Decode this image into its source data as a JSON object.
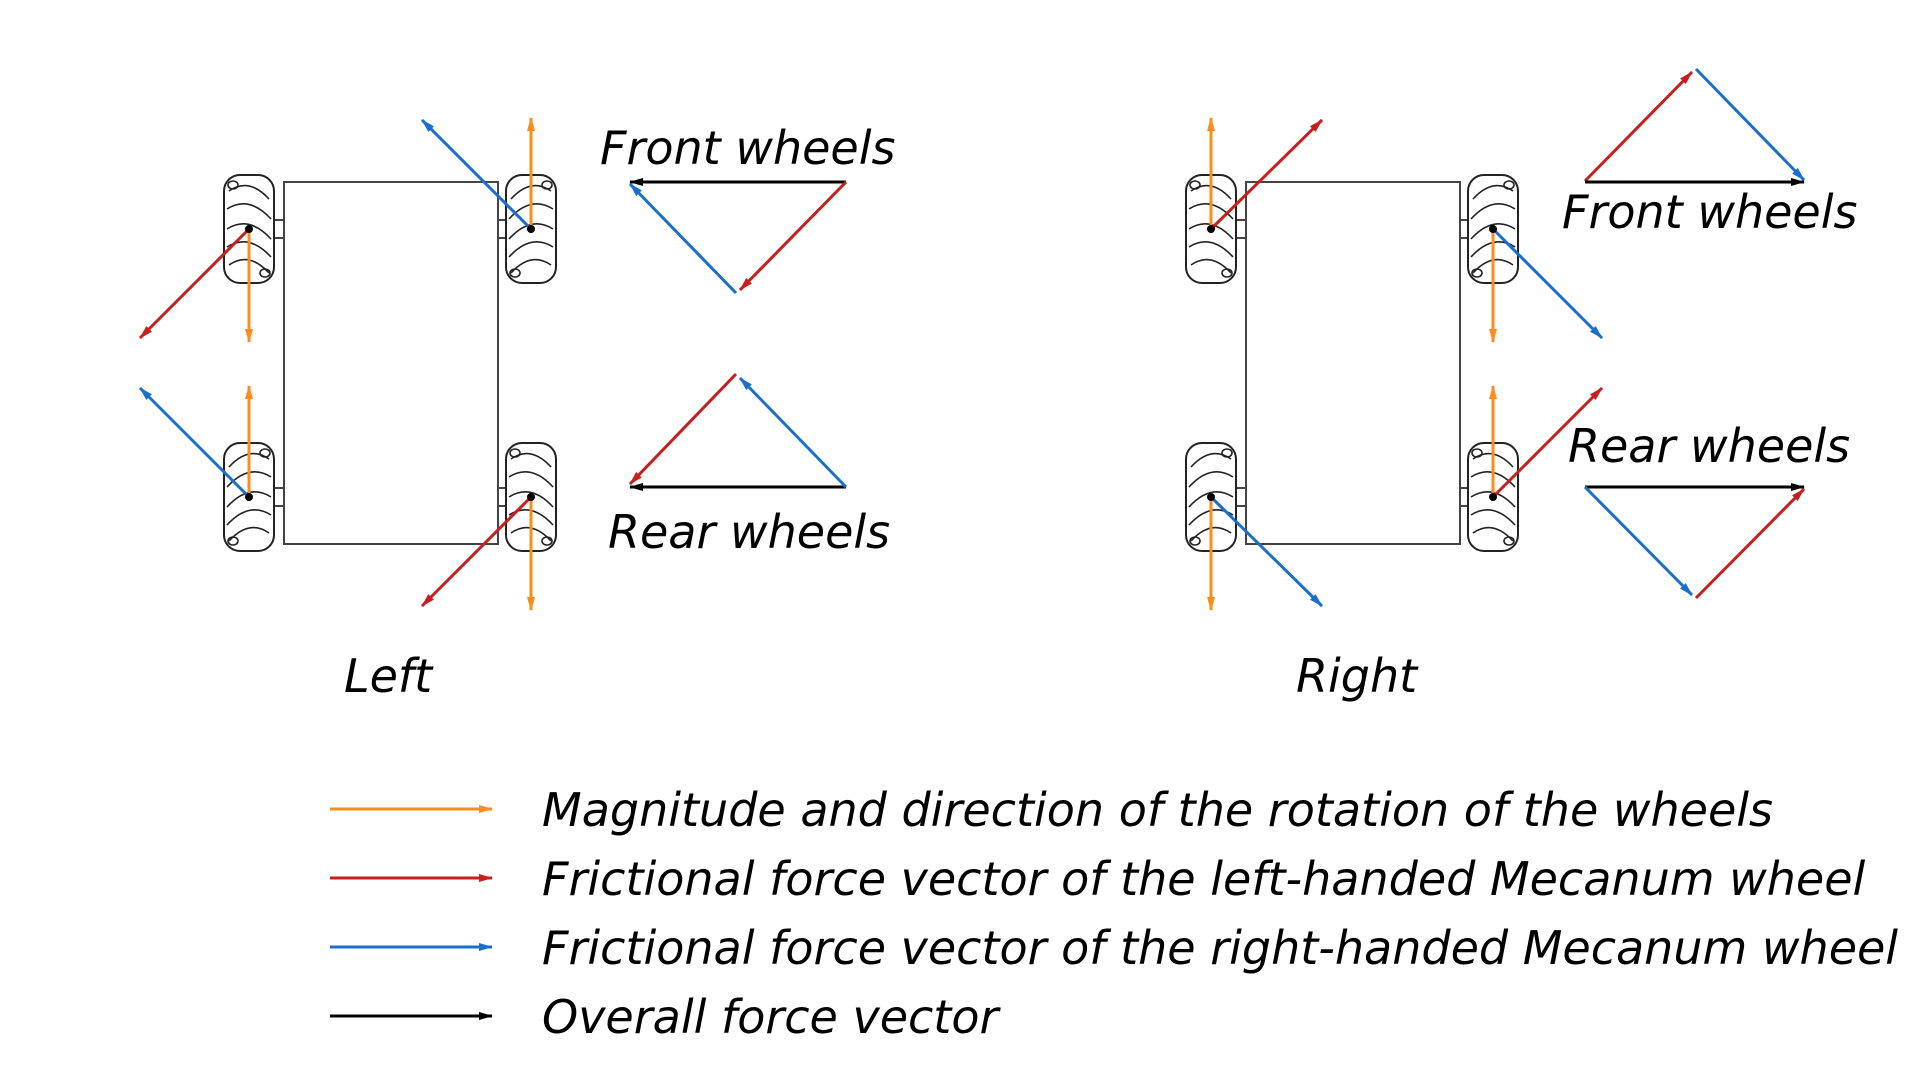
{
  "colors": {
    "rotation": "#FF8C1A",
    "left_handed": "#C81E1E",
    "right_handed": "#1A6FCC",
    "overall": "#000000"
  },
  "panels": {
    "left": {
      "title": "Left",
      "front_label": "Front wheels",
      "rear_label": "Rear wheels"
    },
    "right": {
      "title": "Right",
      "front_label": "Front wheels",
      "rear_label": "Rear wheels"
    }
  },
  "legend": {
    "items": [
      {
        "label": "Magnitude and direction of the rotation of the wheels",
        "color": "#FF8C1A"
      },
      {
        "label": "Frictional force vector of the left-handed Mecanum wheel",
        "color": "#C81E1E"
      },
      {
        "label": "Frictional force vector of the right-handed Mecanum wheel",
        "color": "#1A6FCC"
      },
      {
        "label": "Overall force vector",
        "color": "#000000"
      }
    ]
  }
}
